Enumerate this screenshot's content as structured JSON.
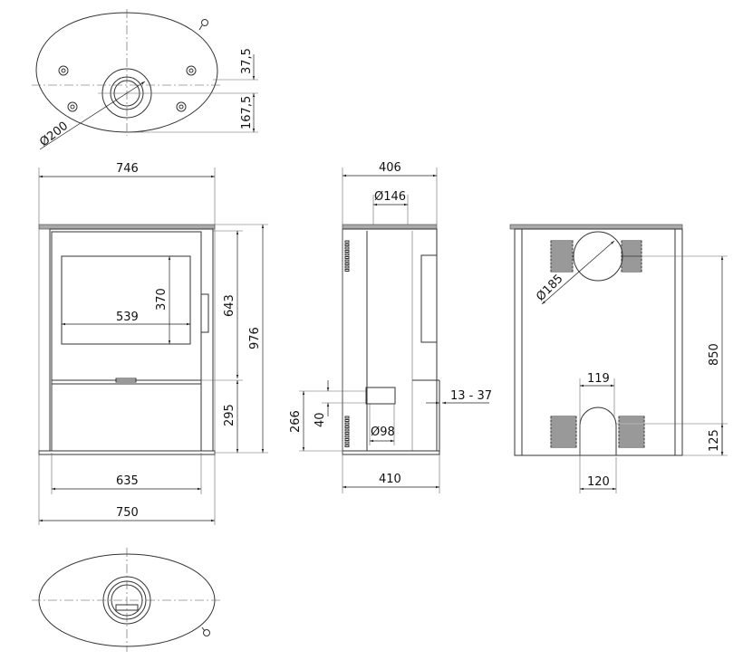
{
  "top_view": {
    "dim_flue_offset": "37,5",
    "dim_flue_to_back": "167,5",
    "dim_flue_diameter": "Ø200"
  },
  "front_view": {
    "dim_top_width": "746",
    "dim_glass_width": "539",
    "dim_glass_height": "370",
    "dim_door_height": "643",
    "dim_total_height": "976",
    "dim_lower_height": "295",
    "dim_inner_base_width": "635",
    "dim_base_width": "750"
  },
  "side_view": {
    "dim_top_depth": "406",
    "dim_flue_diameter": "Ø146",
    "dim_air_inlet_height": "266",
    "dim_air_inlet_offset": "40",
    "dim_air_inlet_diameter": "Ø98",
    "dim_adjust_range": "13 - 37",
    "dim_base_depth": "410"
  },
  "back_view": {
    "dim_rear_flue_diameter": "Ø185",
    "dim_rear_flue_height": "850",
    "dim_arch_width_top": "119",
    "dim_arch_width_bottom": "120",
    "dim_arch_height": "125"
  }
}
